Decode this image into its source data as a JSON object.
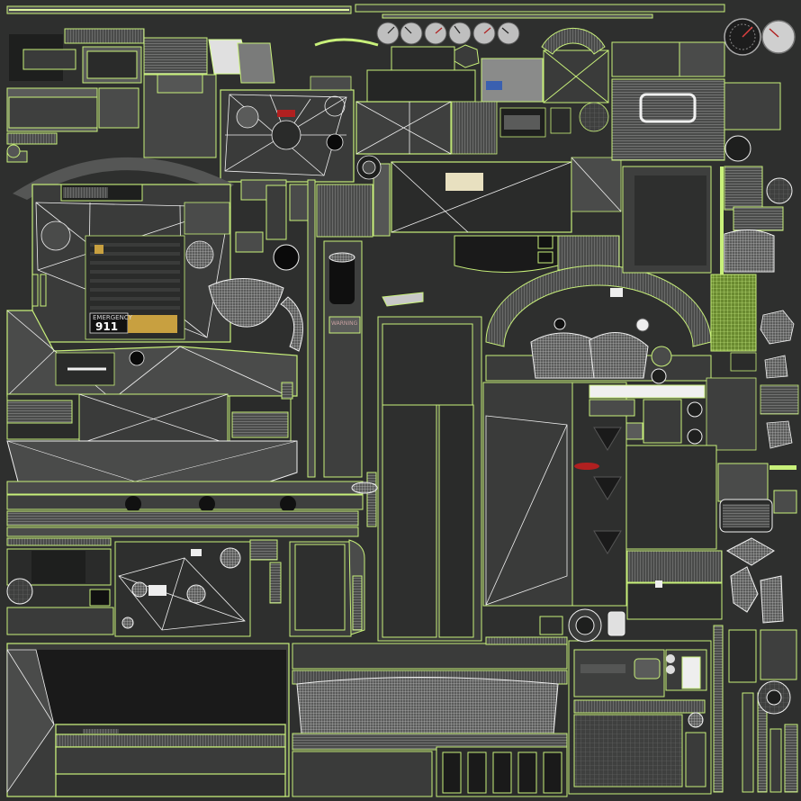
{
  "texture_atlas": {
    "colors": {
      "background": "#2e2f2e",
      "wire": "#c8f07a",
      "wire_white": "#f0f0f0",
      "panel_dark": "#3a3b3a",
      "panel_mid": "#4a4b4a",
      "panel_light": "#6a6b6a",
      "accent_red": "#b02020",
      "accent_yellow": "#c8a040",
      "accent_blue": "#3a60b0"
    },
    "decals": {
      "emergency_label": "EMERGENCY",
      "emergency_number": "911",
      "warning_label": "WARNING"
    }
  }
}
